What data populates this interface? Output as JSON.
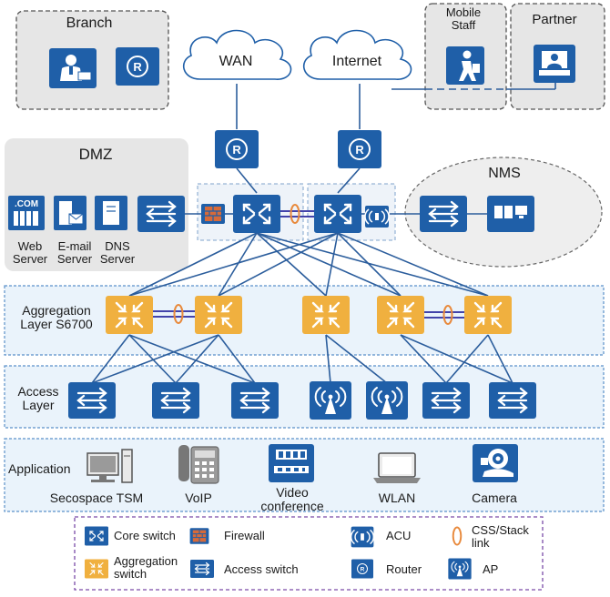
{
  "colors": {
    "blue": "#1f5fa8",
    "blue_dark": "#184f8f",
    "orange": "#f0b03f",
    "css_link": "#e8893b",
    "line": "#2b5d9c",
    "purple": "#2a2a9e",
    "panel_gray": "#e6e6e6",
    "layer_fill": "#eaf3fb",
    "layer_border": "#5a90c9"
  },
  "groups": {
    "branch": "Branch",
    "mobile_staff": "Mobile\nStaff",
    "partner": "Partner",
    "dmz": "DMZ",
    "nms": "NMS",
    "wan": "WAN",
    "internet": "Internet"
  },
  "dmz_servers": {
    "dot_com": ".COM",
    "web": "Web\nServer",
    "email": "E-mail\nServer",
    "dns": "DNS\nServer"
  },
  "layers": {
    "aggregation": "Aggregation\nLayer S6700",
    "access": "Access\nLayer",
    "application": "Application"
  },
  "applications": [
    {
      "label": "Secospace TSM",
      "icon": "computer-icon"
    },
    {
      "label": "VoIP",
      "icon": "ip-phone-icon"
    },
    {
      "label": "Video\nconference",
      "icon": "video-conference-icon"
    },
    {
      "label": "WLAN",
      "icon": "laptop-icon"
    },
    {
      "label": "Camera",
      "icon": "camera-icon"
    }
  ],
  "legend": {
    "core_switch": "Core switch",
    "firewall": "Firewall",
    "acu": "ACU",
    "css_stack": "CSS/Stack\nlink",
    "aggregation_switch": "Aggregation\nswitch",
    "access_switch": "Access switch",
    "router": "Router",
    "ap": "AP"
  }
}
